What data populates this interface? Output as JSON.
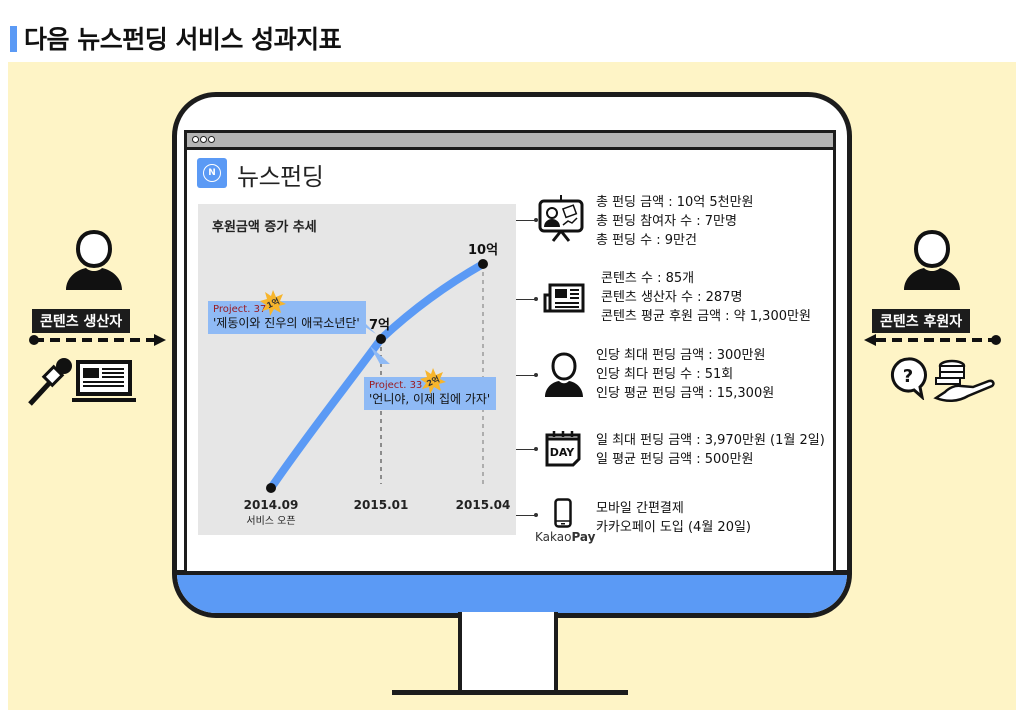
{
  "page": {
    "title": "다음 뉴스펀딩 서비스 성과지표",
    "accent_color": "#5b9af5",
    "background_color": "#fef4c6"
  },
  "browser": {
    "brand_logo_letter": "N",
    "brand_name": "뉴스펀딩",
    "window_controls": [
      "dot",
      "dot",
      "dot"
    ]
  },
  "left_side": {
    "label": "콘텐츠 생산자",
    "icons": [
      "person-icon",
      "microphone-icon",
      "laptop-news-icon"
    ],
    "arrow_direction": "right"
  },
  "right_side": {
    "label": "콘텐츠 후원자",
    "icons": [
      "person-icon",
      "question-bubble-icon",
      "coins-hand-icon"
    ],
    "arrow_direction": "left"
  },
  "chart": {
    "title": "후원금액 증가 추세",
    "points": [
      {
        "x_label": "2014.09",
        "x_sublabel": "서비스 오픈",
        "value_label": ""
      },
      {
        "x_label": "2015.01",
        "x_sublabel": "",
        "value_label": "7억"
      },
      {
        "x_label": "2015.04",
        "x_sublabel": "",
        "value_label": "10억"
      }
    ],
    "callouts": [
      {
        "project": "Project. 37",
        "name": "'제동이와 진우의 애국소년단'",
        "badge": "1억"
      },
      {
        "project": "Project. 33",
        "name": "'언니야, 이제 집에 가자'",
        "badge": "2억"
      }
    ]
  },
  "chart_data": {
    "type": "line",
    "title": "후원금액 증가 추세",
    "categories": [
      "2014.09",
      "2015.01",
      "2015.04"
    ],
    "category_sublabels": [
      "서비스 오픈",
      "",
      ""
    ],
    "series": [
      {
        "name": "후원금액 (억원)",
        "values": [
          0,
          7,
          10
        ]
      }
    ],
    "data_labels": [
      "",
      "7억",
      "10억"
    ],
    "annotations": [
      {
        "text": "Project. 37 '제동이와 진우의 애국소년단'",
        "badge": "1억"
      },
      {
        "text": "Project. 33 '언니야, 이제 집에 가자'",
        "badge": "2억"
      }
    ],
    "xlabel": "",
    "ylabel": "",
    "grid": false
  },
  "stats": [
    {
      "icon": "presentation-money-icon",
      "lines": [
        "총 펀딩 금액 : 10억 5천만원",
        "총 펀딩 참여자 수 : 7만명",
        "총 펀딩 수 : 9만건"
      ]
    },
    {
      "icon": "newspaper-icon",
      "lines": [
        "콘텐츠 수 : 85개",
        "콘텐츠 생산자 수 : 287명",
        "콘텐츠 평균 후원 금액 : 약 1,300만원"
      ]
    },
    {
      "icon": "person-icon",
      "lines": [
        "인당 최대 펀딩 금액 : 300만원",
        "인당 최다 펀딩 수 : 51회",
        "인당 평균 펀딩 금액 : 15,300원"
      ]
    },
    {
      "icon": "calendar-day-icon",
      "icon_text": "DAY",
      "lines": [
        "일 최대 펀딩 금액 : 3,970만원 (1월 2일)",
        "일 평균 펀딩 금액 : 500만원"
      ]
    },
    {
      "icon": "smartphone-icon",
      "lines": [
        "모바일 간편결제",
        "카카오페이 도입 (4월 20일)"
      ],
      "logo_light": "Kakao",
      "logo_bold": "Pay"
    }
  ]
}
